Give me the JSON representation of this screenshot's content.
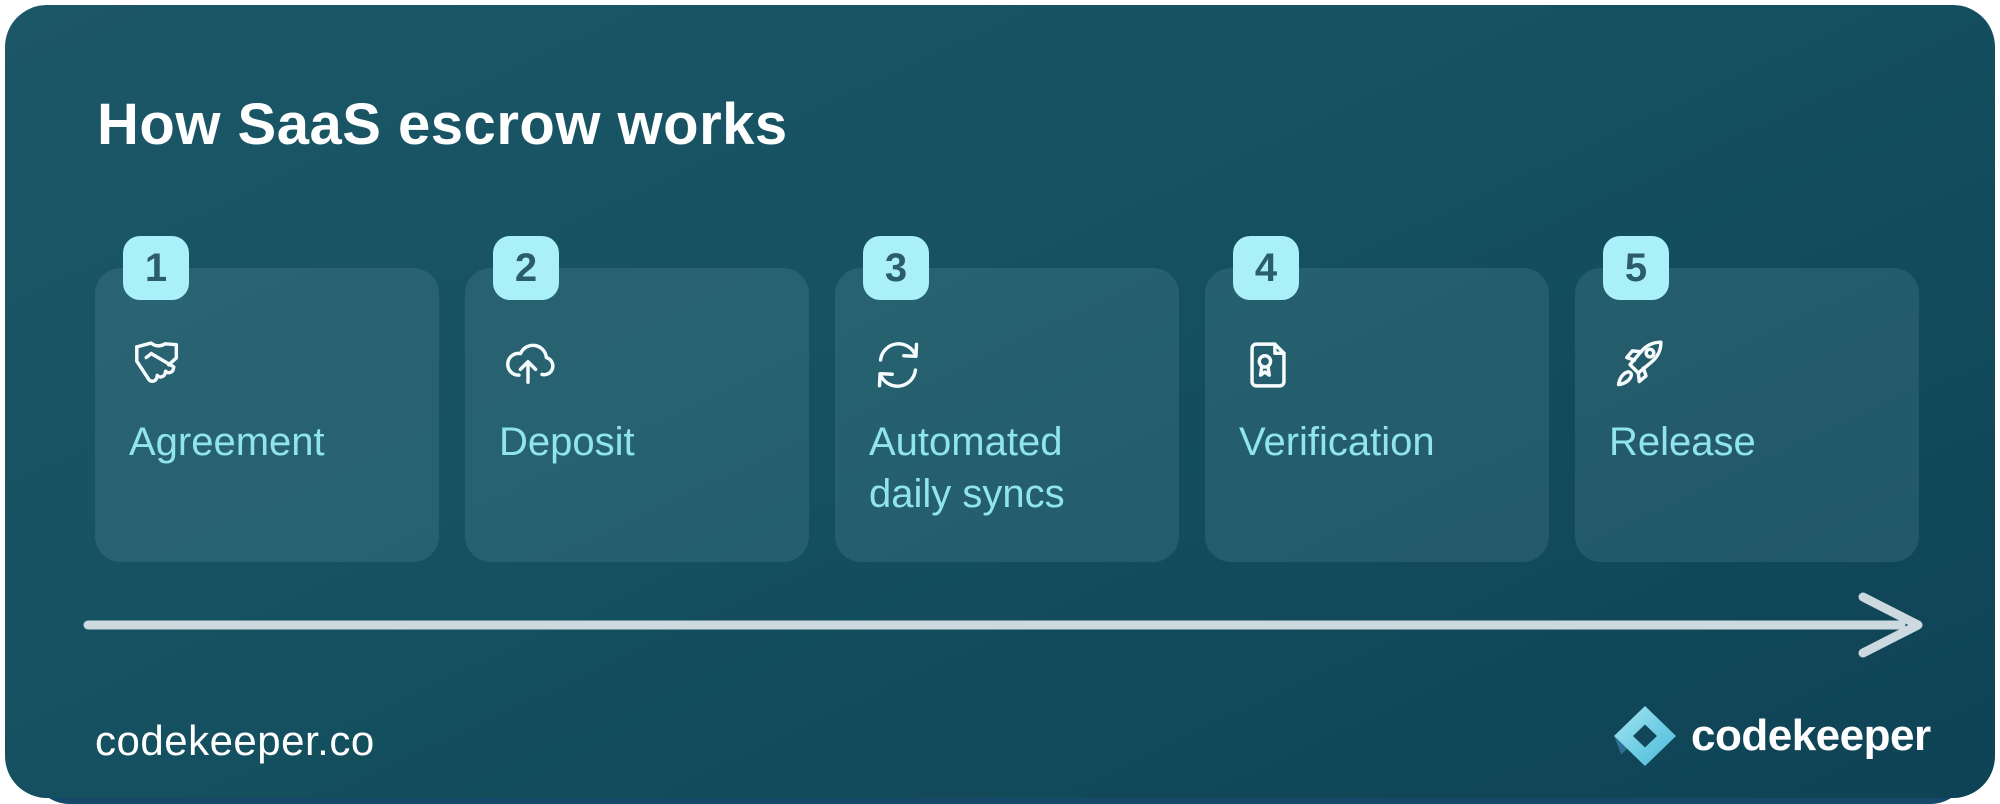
{
  "header": {
    "title": "How SaaS escrow works"
  },
  "steps": [
    {
      "number": "1",
      "label": "Agreement",
      "icon": "handshake-icon"
    },
    {
      "number": "2",
      "label": "Deposit",
      "icon": "cloud-upload-icon"
    },
    {
      "number": "3",
      "label": "Automated daily syncs",
      "icon": "sync-icon"
    },
    {
      "number": "4",
      "label": "Verification",
      "icon": "certificate-icon"
    },
    {
      "number": "5",
      "label": "Release",
      "icon": "rocket-icon"
    }
  ],
  "timeline": {
    "direction": "left-to-right",
    "arrow_color": "#ccd9de"
  },
  "footer": {
    "website": "codekeeper.co",
    "brand": "codekeeper"
  },
  "colors": {
    "accent_bar": "#16486b",
    "badge_bg": "#aaf0f8",
    "badge_text": "#2b5d6d",
    "step_label": "#90e4ed",
    "board_top": "#1c5767",
    "board_bottom": "#0e4355",
    "logo_light": "#a9e7f3",
    "logo_dark": "#4fb9da"
  }
}
